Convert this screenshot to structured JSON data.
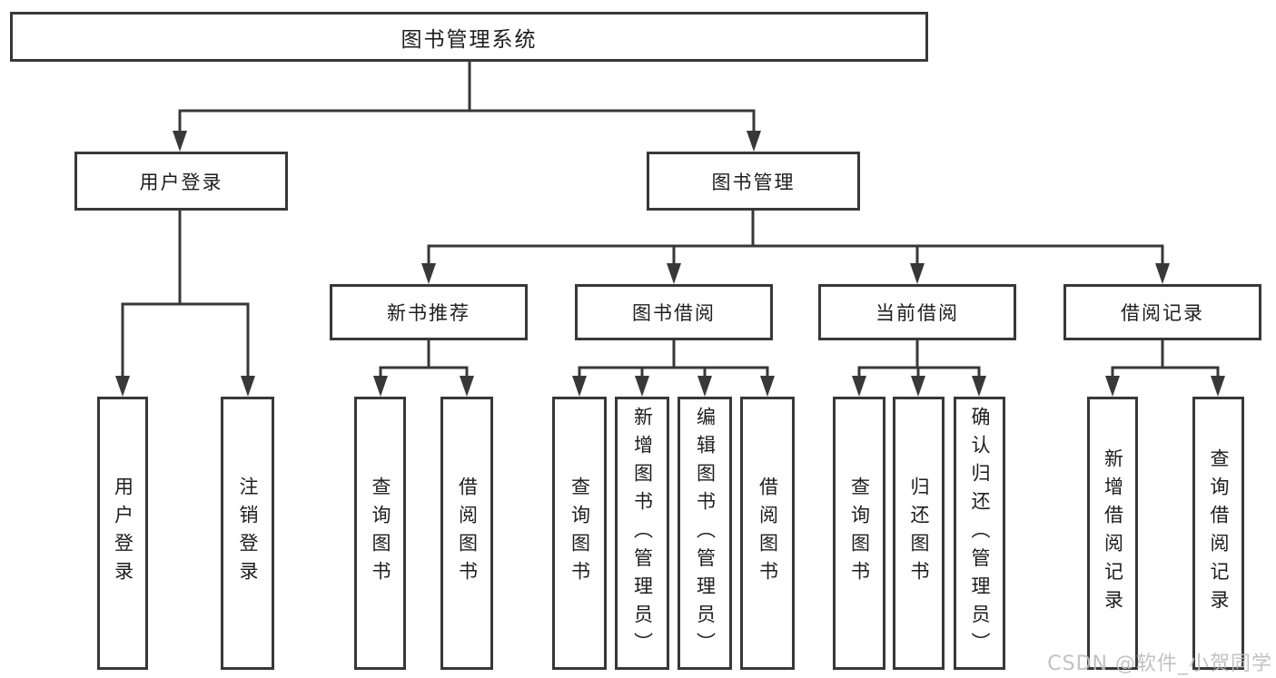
{
  "diagram": {
    "type": "hierarchy-tree",
    "root": {
      "label": "图书管理系统"
    },
    "branches": [
      {
        "label": "用户登录",
        "children": [
          {
            "label": "用户登录"
          },
          {
            "label": "注销登录"
          }
        ]
      },
      {
        "label": "图书管理",
        "children": [
          {
            "label": "新书推荐",
            "children": [
              {
                "label": "查询图书"
              },
              {
                "label": "借阅图书"
              }
            ]
          },
          {
            "label": "图书借阅",
            "children": [
              {
                "label": "查询图书"
              },
              {
                "label": "新增图书（管理员）"
              },
              {
                "label": "编辑图书（管理员）"
              },
              {
                "label": "借阅图书"
              }
            ]
          },
          {
            "label": "当前借阅",
            "children": [
              {
                "label": "查询图书"
              },
              {
                "label": "归还图书"
              },
              {
                "label": "确认归还（管理员）"
              }
            ]
          },
          {
            "label": "借阅记录",
            "children": [
              {
                "label": "新增借阅记录"
              },
              {
                "label": "查询借阅记录"
              }
            ]
          }
        ]
      }
    ]
  },
  "watermark": {
    "text": "CSDN @软件_小贺同学"
  },
  "colors": {
    "line": "#383838",
    "text": "#1d1d1d",
    "watermark": "#bdbdbd",
    "background": "#ffffff"
  }
}
